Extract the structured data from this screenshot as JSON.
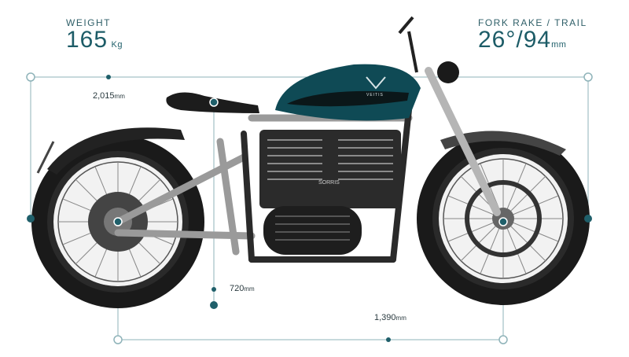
{
  "specs": {
    "weight": {
      "label": "WEIGHT",
      "value": "165",
      "unit": "Kg"
    },
    "fork": {
      "label": "FORK RAKE / TRAIL",
      "value": "26°/94",
      "unit": "mm"
    }
  },
  "dimensions": {
    "length": {
      "value": "2,015",
      "unit": "mm"
    },
    "seat_height": {
      "value": "720",
      "unit": "mm"
    },
    "wheelbase": {
      "value": "1,390",
      "unit": "mm"
    }
  },
  "brand": {
    "tank_badge": "VEITIS",
    "engine_badge": "SORRIS"
  },
  "colors": {
    "accent": "#1d5c67",
    "tank": "#0f4a55",
    "dim_line": "#8fb3b9",
    "node": "#1f5f6a"
  }
}
